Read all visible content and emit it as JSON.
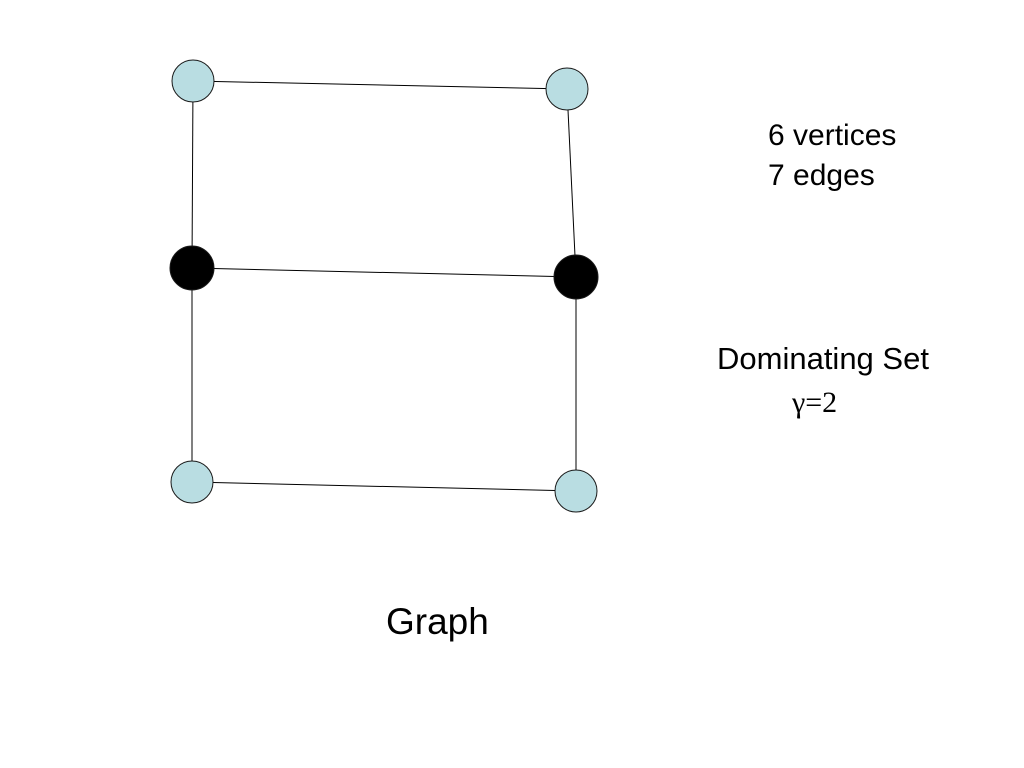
{
  "graph": {
    "stats": {
      "vertices": "6 vertices",
      "edges": "7 edges"
    },
    "dominating_set": {
      "label": "Dominating Set",
      "value": "γ=2"
    },
    "caption": "Graph",
    "colors": {
      "vertex": "#b9dde2",
      "dominating_vertex": "#000000",
      "edge": "#000000"
    },
    "vertices": [
      {
        "id": "v1",
        "in_dominating_set": false
      },
      {
        "id": "v2",
        "in_dominating_set": false
      },
      {
        "id": "v3",
        "in_dominating_set": true
      },
      {
        "id": "v4",
        "in_dominating_set": true
      },
      {
        "id": "v5",
        "in_dominating_set": false
      },
      {
        "id": "v6",
        "in_dominating_set": false
      }
    ],
    "edges": [
      [
        "v1",
        "v2"
      ],
      [
        "v1",
        "v3"
      ],
      [
        "v2",
        "v4"
      ],
      [
        "v3",
        "v4"
      ],
      [
        "v3",
        "v5"
      ],
      [
        "v4",
        "v6"
      ],
      [
        "v5",
        "v6"
      ]
    ]
  }
}
